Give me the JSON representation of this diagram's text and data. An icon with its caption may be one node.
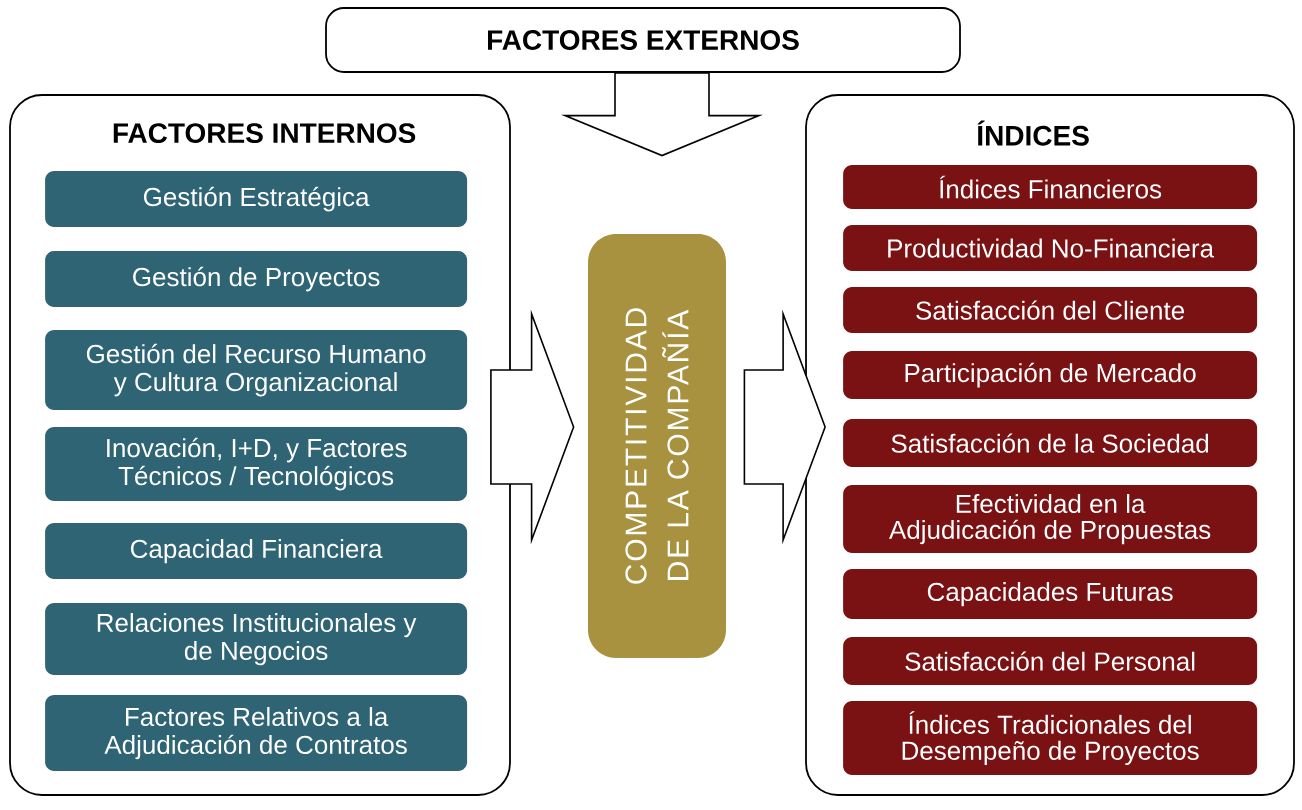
{
  "diagram": {
    "nodes": [
      {
        "text": [
          "FACTORES EXTERNOS"
        ]
      },
      {
        "text": [
          "FACTORES INTERNOS"
        ]
      },
      {
        "text": [
          "Gestión Estratégica"
        ],
        "in": 1
      },
      {
        "text": [
          "Gestión de Proyectos"
        ],
        "in": 1
      },
      {
        "text": [
          "Gestión del Recurso Humano y Cultura Organizacional"
        ],
        "in": 1
      },
      {
        "text": [
          "Inovación, I+D, y Factores Técnicos / Tecnológicos"
        ],
        "in": 1
      },
      {
        "text": [
          "Capacidad Financiera"
        ],
        "in": 1
      },
      {
        "text": [
          "Relaciones Institucionales y de Negocios"
        ],
        "in": 1
      },
      {
        "text": [
          "Factores Relativos a la Adjudicación de Contratos"
        ],
        "in": 1
      },
      {
        "text": [
          "COMPETITIVIDAD DE LA COMPAÑÍA"
        ]
      },
      {
        "text": [
          "ÍNDICES"
        ]
      },
      {
        "text": [
          "Índices Financieros"
        ],
        "in": 10
      },
      {
        "text": [
          "Productividad No-Financiera"
        ],
        "in": 10
      },
      {
        "text": [
          "Satisfacción del Cliente"
        ],
        "in": 10
      },
      {
        "text": [
          "Participación de Mercado"
        ],
        "in": 10
      },
      {
        "text": [
          "Satisfacción de la Sociedad"
        ],
        "in": 10
      },
      {
        "text": [
          "Efectividad en la Adjudicación de Propuestas"
        ],
        "in": 10
      },
      {
        "text": [
          "Capacidades Futuras"
        ],
        "in": 10
      },
      {
        "text": [
          "Satisfacción del Personal"
        ],
        "in": 10
      },
      {
        "text": [
          "Índices Tradicionales del Desempeño de Proyectos"
        ],
        "in": 10
      }
    ],
    "edges": [
      {
        "from": 0,
        "to": 9,
        "arrow": "to"
      },
      {
        "from": 1,
        "to": 9,
        "arrow": "to"
      },
      {
        "from": 9,
        "to": 10,
        "arrow": "to"
      }
    ]
  }
}
